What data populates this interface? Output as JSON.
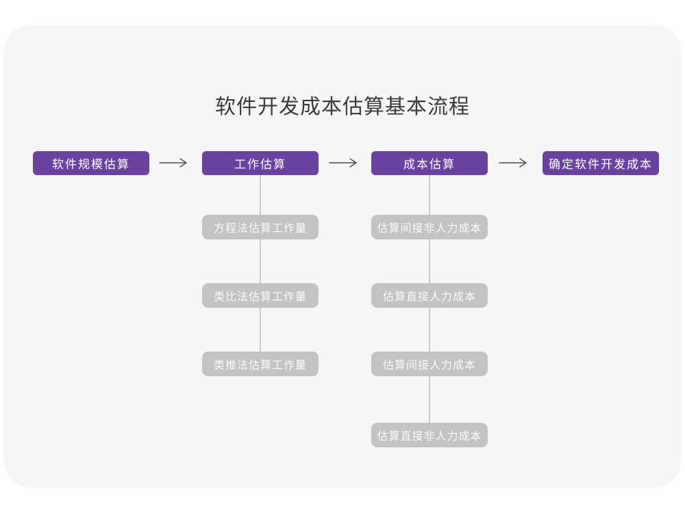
{
  "page": {
    "title": "软件开发成本估算基本流程"
  },
  "colors": {
    "canvas_bg": "#ffffff",
    "card_bg": "#f6f6f7",
    "main_node_bg": "#6b429f",
    "sub_node_bg": "#c3c3c3",
    "node_text": "#ffffff",
    "title_text": "#3b3b3b",
    "arrow": "#4d4d4d",
    "connector_line": "#cbcbcb"
  },
  "flow": {
    "direction": "left-to-right",
    "main_steps": [
      {
        "label": "软件规模估算",
        "substeps": []
      },
      {
        "label": "工作估算",
        "substeps": [
          "方程法估算工作量",
          "类比法估算工作量",
          "类推法估算工作量"
        ]
      },
      {
        "label": "成本估算",
        "substeps": [
          "估算间接非人力成本",
          "估算直接人力成本",
          "估算间接人力成本",
          "估算直接非人力成本"
        ]
      },
      {
        "label": "确定软件开发成本",
        "substeps": []
      }
    ]
  }
}
